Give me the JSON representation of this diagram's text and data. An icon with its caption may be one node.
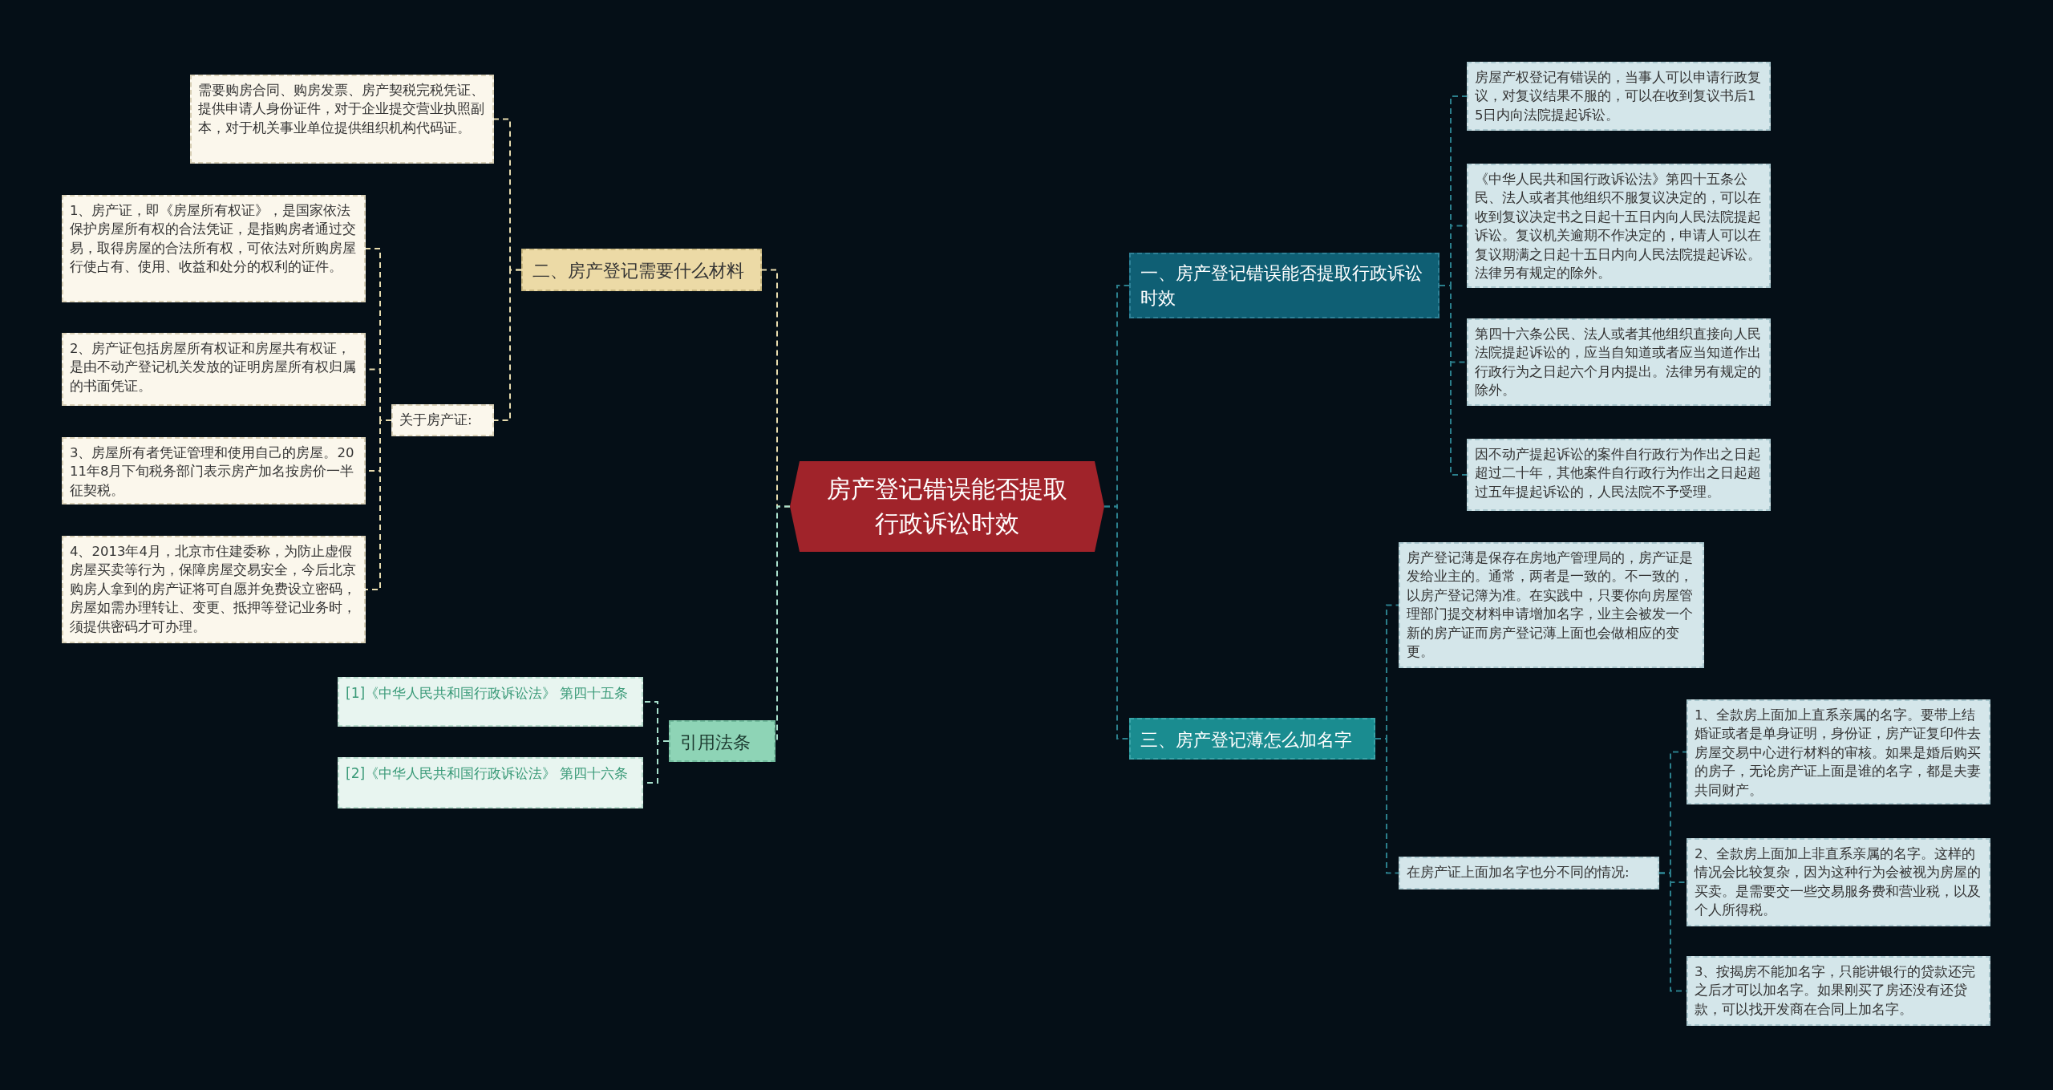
{
  "diagram": {
    "nodes": [
      {
        "text": [
          "房产登记错误能否提取行政诉讼时效"
        ]
      },
      {
        "text": [
          "二、房产登记需要什么材料"
        ]
      },
      {
        "text": [
          "需要购房合同、购房发票、房产契税完税凭证、提供申请人身份证件，对于企业提交营业执照副本，对于机关事业单位提供组织机构代码证。"
        ]
      },
      {
        "text": [
          "关于房产证:"
        ]
      },
      {
        "text": [
          "1、房产证，即《房屋所有权证》，是国家依法保护房屋所有权的合法凭证，是指购房者通过交易，取得房屋的合法所有权，可依法对所购房屋行使占有、使用、收益和处分的权利的证件。"
        ]
      },
      {
        "text": [
          "2、房产证包括房屋所有权证和房屋共有权证，是由不动产登记机关发放的证明房屋所有权归属的书面凭证。"
        ]
      },
      {
        "text": [
          "3、房屋所有者凭证管理和使用自己的房屋。2011年8月下旬税务部门表示房产加名按房价一半征契税。"
        ]
      },
      {
        "text": [
          "4、2013年4月，北京市住建委称，为防止虚假房屋买卖等行为，保障房屋交易安全，今后北京购房人拿到的房产证将可自愿并免费设立密码，房屋如需办理转让、变更、抵押等登记业务时，须提供密码才可办理。"
        ]
      },
      {
        "text": [
          "引用法条"
        ]
      },
      {
        "text": [
          "[1]《中华人民共和国行政诉讼法》 第四十五条"
        ]
      },
      {
        "text": [
          "[2]《中华人民共和国行政诉讼法》 第四十六条"
        ]
      },
      {
        "text": [
          "一、房产登记错误能否提取行政诉讼时效"
        ]
      },
      {
        "text": [
          "房屋产权登记有错误的，当事人可以申请行政复议，对复议结果不服的，可以在收到复议书后15日内向法院提起诉讼。"
        ]
      },
      {
        "text": [
          "《中华人民共和国行政诉讼法》第四十五条公民、法人或者其他组织不服复议决定的，可以在收到复议决定书之日起十五日内向人民法院提起诉讼。复议机关逾期不作决定的，申请人可以在复议期满之日起十五日内向人民法院提起诉讼。法律另有规定的除外。"
        ]
      },
      {
        "text": [
          "第四十六条公民、法人或者其他组织直接向人民法院提起诉讼的，应当自知道或者应当知道作出行政行为之日起六个月内提出。法律另有规定的除外。"
        ]
      },
      {
        "text": [
          "因不动产提起诉讼的案件自行政行为作出之日起超过二十年，其他案件自行政行为作出之日起超过五年提起诉讼的，人民法院不予受理。"
        ]
      },
      {
        "text": [
          "三、房产登记薄怎么加名字"
        ]
      },
      {
        "text": [
          "房产登记薄是保存在房地产管理局的，房产证是发给业主的。通常，两者是一致的。不一致的，以房产登记簿为准。在实践中，只要你向房屋管理部门提交材料申请增加名字，业主会被发一个新的房产证而房产登记薄上面也会做相应的变更。"
        ]
      },
      {
        "text": [
          "在房产证上面加名字也分不同的情况:"
        ]
      },
      {
        "text": [
          "1、全款房上面加上直系亲属的名字。要带上结婚证或者是单身证明，身份证，房产证复印件去房屋交易中心进行材料的审核。如果是婚后购买的房子，无论房产证上面是谁的名字，都是夫妻共同财产。"
        ]
      },
      {
        "text": [
          "2、全款房上面加上非直系亲属的名字。这样的情况会比较复杂，因为这种行为会被视为房屋的买卖。是需要交一些交易服务费和营业税，以及个人所得税。"
        ]
      },
      {
        "text": [
          "3、按揭房不能加名字，只能讲银行的贷款还完之后才可以加名字。如果刚买了房还没有还贷款，可以找开发商在合同上加名字。"
        ]
      }
    ],
    "edges": [
      {
        "from": 0,
        "to": 1,
        "arrow": "none",
        "color": "#e8dcae"
      },
      {
        "from": 1,
        "to": 2,
        "arrow": "none",
        "color": "#e8dcae"
      },
      {
        "from": 1,
        "to": 3,
        "arrow": "none",
        "color": "#e8dcae"
      },
      {
        "from": 3,
        "to": 4,
        "arrow": "none",
        "color": "#e8dcae"
      },
      {
        "from": 3,
        "to": 5,
        "arrow": "none",
        "color": "#e8dcae"
      },
      {
        "from": 3,
        "to": 6,
        "arrow": "none",
        "color": "#e8dcae"
      },
      {
        "from": 3,
        "to": 7,
        "arrow": "none",
        "color": "#e8dcae"
      },
      {
        "from": 0,
        "to": 8,
        "arrow": "none",
        "color": "#a8e0cc"
      },
      {
        "from": 8,
        "to": 9,
        "arrow": "none",
        "color": "#a8e0cc"
      },
      {
        "from": 8,
        "to": 10,
        "arrow": "none",
        "color": "#a8e0cc"
      },
      {
        "from": 0,
        "to": 11,
        "arrow": "none"
      },
      {
        "from": 11,
        "to": 12,
        "arrow": "none"
      },
      {
        "from": 11,
        "to": 13,
        "arrow": "none"
      },
      {
        "from": 11,
        "to": 14,
        "arrow": "none"
      },
      {
        "from": 11,
        "to": 15,
        "arrow": "none"
      },
      {
        "from": 0,
        "to": 16,
        "arrow": "none"
      },
      {
        "from": 16,
        "to": 17,
        "arrow": "none"
      },
      {
        "from": 16,
        "to": 18,
        "arrow": "none"
      },
      {
        "from": 18,
        "to": 19,
        "arrow": "none"
      },
      {
        "from": 18,
        "to": 20,
        "arrow": "none"
      },
      {
        "from": 18,
        "to": 21,
        "arrow": "none"
      }
    ]
  }
}
